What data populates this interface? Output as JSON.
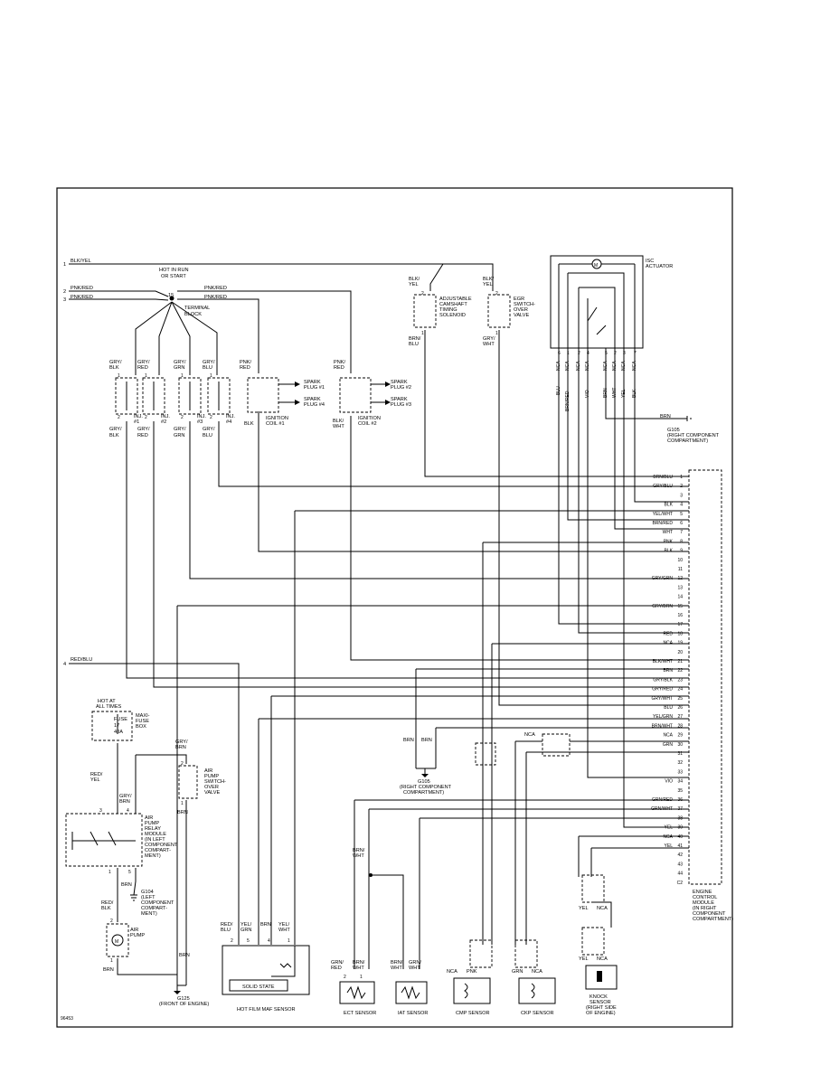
{
  "figure_id": "96453",
  "left_wires": [
    {
      "num": "1",
      "color": "BLK/YEL"
    },
    {
      "num": "2",
      "color": "PNK/RED"
    },
    {
      "num": "3",
      "color": "PNK/RED"
    },
    {
      "num": "4",
      "color": "RED/BLU"
    }
  ],
  "hot_in_run": "HOT IN RUN\nOR START",
  "terminal_block": "TERMINAL\nBLOCK",
  "terminal_block_pin": "15",
  "tb_right_wire_1": "PNK/RED",
  "tb_right_wire_2": "PNK/RED",
  "injectors": [
    {
      "top_wire": "GRY/\nBLK",
      "bottom_wire": "GRY/\nBLK",
      "label": "INJ.\n#1",
      "pin1": "1",
      "pin2": "2"
    },
    {
      "top_wire": "GRY/\nRED",
      "bottom_wire": "GRY/\nRED",
      "label": "INJ.\n#2",
      "pin1": "1",
      "pin2": "2"
    },
    {
      "top_wire": "GRY/\nGRN",
      "bottom_wire": "GRY/\nGRN",
      "label": "INJ.\n#3",
      "pin1": "1",
      "pin2": "2"
    },
    {
      "top_wire": "GRY/\nBLU",
      "bottom_wire": "GRY/\nBLU",
      "label": "INJ.\n#4",
      "pin1": "1",
      "pin2": "2"
    }
  ],
  "coil1": {
    "top_wire": "PNK/\nRED",
    "bottom_wire": "BLK",
    "label": "IGNITION\nCOIL #1",
    "out1": "SPARK\nPLUG #1",
    "out2": "SPARK\nPLUG #4"
  },
  "coil2": {
    "top_wire": "PNK/\nRED",
    "bottom_wire": "BLK/\nWHT",
    "label": "IGNITION\nCOIL #2",
    "out1": "SPARK\nPLUG #2",
    "out2": "SPARK\nPLUG #3"
  },
  "camshaft": {
    "top_wire": "BLK/\nYEL",
    "bottom_wire": "BRN/\nBLU",
    "label": "ADJUSTABLE\nCAMSHAFT\nTIMING\nSOLENOID",
    "pin1": "2",
    "pin2": "1"
  },
  "egr": {
    "top_wire": "BLK/\nYEL",
    "bottom_wire": "GRY/\nWHT",
    "label": "EGR\nSWITCH-\nOVER\nVALVE",
    "pin1": "2",
    "pin2": "1"
  },
  "isc": {
    "label": "ISC\nACTUATOR",
    "nca": "NCA",
    "pins": [
      "6",
      "1",
      "2",
      "4",
      "5",
      "2",
      "3",
      "7"
    ],
    "wires": [
      "BLU",
      "BRN/RED",
      "VIO",
      "BRN",
      "WHT",
      "YEL",
      "BLK"
    ]
  },
  "g105_top": {
    "wire": "BRN",
    "label": "G105\n(RIGHT COMPONENT\nCOMPARTMENT)"
  },
  "ecm": {
    "label": "ENGINE\nCONTROL\nMODULE\n(IN RIGHT\nCOMPONENT\nCOMPARTMENT)",
    "pins": [
      {
        "n": "1",
        "w": "BRN/BLU"
      },
      {
        "n": "2",
        "w": "GRY/BLU"
      },
      {
        "n": "3",
        "w": ""
      },
      {
        "n": "4",
        "w": "BLK"
      },
      {
        "n": "5",
        "w": "YEL/WHT"
      },
      {
        "n": "6",
        "w": "BRN/RED"
      },
      {
        "n": "7",
        "w": "WHT"
      },
      {
        "n": "8",
        "w": "PNK"
      },
      {
        "n": "9",
        "w": "BLK"
      },
      {
        "n": "10",
        "w": ""
      },
      {
        "n": "11",
        "w": ""
      },
      {
        "n": "12",
        "w": "GRY/GRN"
      },
      {
        "n": "13",
        "w": ""
      },
      {
        "n": "14",
        "w": ""
      },
      {
        "n": "15",
        "w": "GRY/BRN"
      },
      {
        "n": "16",
        "w": ""
      },
      {
        "n": "17",
        "w": ""
      },
      {
        "n": "18",
        "w": "RED"
      },
      {
        "n": "19",
        "w": "NCA"
      },
      {
        "n": "20",
        "w": ""
      },
      {
        "n": "21",
        "w": "BLK/WHT"
      },
      {
        "n": "22",
        "w": "BRN"
      },
      {
        "n": "23",
        "w": "GRY/BLK"
      },
      {
        "n": "24",
        "w": "GRY/RED"
      },
      {
        "n": "25",
        "w": "GRY/WHT"
      },
      {
        "n": "26",
        "w": "BLU"
      },
      {
        "n": "27",
        "w": "YEL/GRN"
      },
      {
        "n": "28",
        "w": "BRN/WHT"
      },
      {
        "n": "29",
        "w": "NCA"
      },
      {
        "n": "30",
        "w": "GRN"
      },
      {
        "n": "31",
        "w": ""
      },
      {
        "n": "32",
        "w": ""
      },
      {
        "n": "33",
        "w": ""
      },
      {
        "n": "34",
        "w": "VIO"
      },
      {
        "n": "35",
        "w": ""
      },
      {
        "n": "36",
        "w": "GRN/RED"
      },
      {
        "n": "37",
        "w": "GRN/WHT"
      },
      {
        "n": "38",
        "w": ""
      },
      {
        "n": "39",
        "w": "YEL"
      },
      {
        "n": "40",
        "w": "NCA"
      },
      {
        "n": "41",
        "w": "YEL"
      },
      {
        "n": "42",
        "w": ""
      },
      {
        "n": "43",
        "w": ""
      },
      {
        "n": "44",
        "w": ""
      },
      {
        "n": "C2",
        "w": ""
      }
    ]
  },
  "hot_at_all_times": "HOT AT\nALL TIMES",
  "fuse": {
    "label": "FUSE\n17\n40A",
    "box": "MAXI-\nFUSE\nBOX"
  },
  "red_yel": "RED/\nYEL",
  "relay": {
    "label": "AIR\nPUMP\nRELAY\nMODULE\n(IN LEFT\nCOMPONENT\nCOMPART-\nMENT)",
    "pins": [
      "3",
      "4",
      "1",
      "5"
    ]
  },
  "gry_brn": "GRY/\nBRN",
  "gry_brn2": "GRY/\nBRN",
  "brn_relay": "BRN",
  "g104": "G104\n(LEFT\nCOMPONENT\nCOMPART-\nMENT)",
  "red_blk": "RED/\nBLK",
  "air_pump": {
    "label": "AIR\nPUMP",
    "pin1": "2",
    "pin2": "1",
    "bottom_wire": "BRN"
  },
  "air_switch": {
    "label": "AIR\nPUMP\nSWITCH-\nOVER\nVALVE",
    "pin1": "2",
    "pin2": "1",
    "bottom_wire": "BRN"
  },
  "brn_g125": "BRN",
  "g125": "G125\n(FRONT OF ENGINE)",
  "g105_mid": {
    "w1": "BRN",
    "w2": "BRN",
    "label": "G105\n(RIGHT COMPONENT\nCOMPARTMENT)"
  },
  "maf": {
    "label": "HOT FILM MAF SENSOR",
    "inner": "SOLID STATE",
    "wires": [
      "RED/\nBLU",
      "YEL/\nGRN",
      "BRN",
      "YEL/\nWHT"
    ],
    "pins": [
      "2",
      "5",
      "4",
      "1"
    ]
  },
  "ect": {
    "label": "ECT SENSOR",
    "w1": "GRN/\nRED",
    "w2": "BRN/\nWHT",
    "p1": "2",
    "p2": "1",
    "mid": "BRN/\nWHT"
  },
  "iat": {
    "label": "IAT SENSOR",
    "w1": "BRN/\nWHT",
    "w2": "GRN/\nWHT"
  },
  "cmp": {
    "label": "CMP SENSOR",
    "w1": "NCA",
    "w2": "PNK"
  },
  "ckp": {
    "label": "CKP SENSOR",
    "w1": "GRN",
    "w2": "NCA",
    "top": "NCA"
  },
  "knock": {
    "label": "KNOCK\nSENSOR\n(RIGHT SIDE\nOF ENGINE)",
    "yel1": "YEL",
    "nca1": "NCA",
    "yel2": "YEL",
    "nca2": "NCA"
  }
}
